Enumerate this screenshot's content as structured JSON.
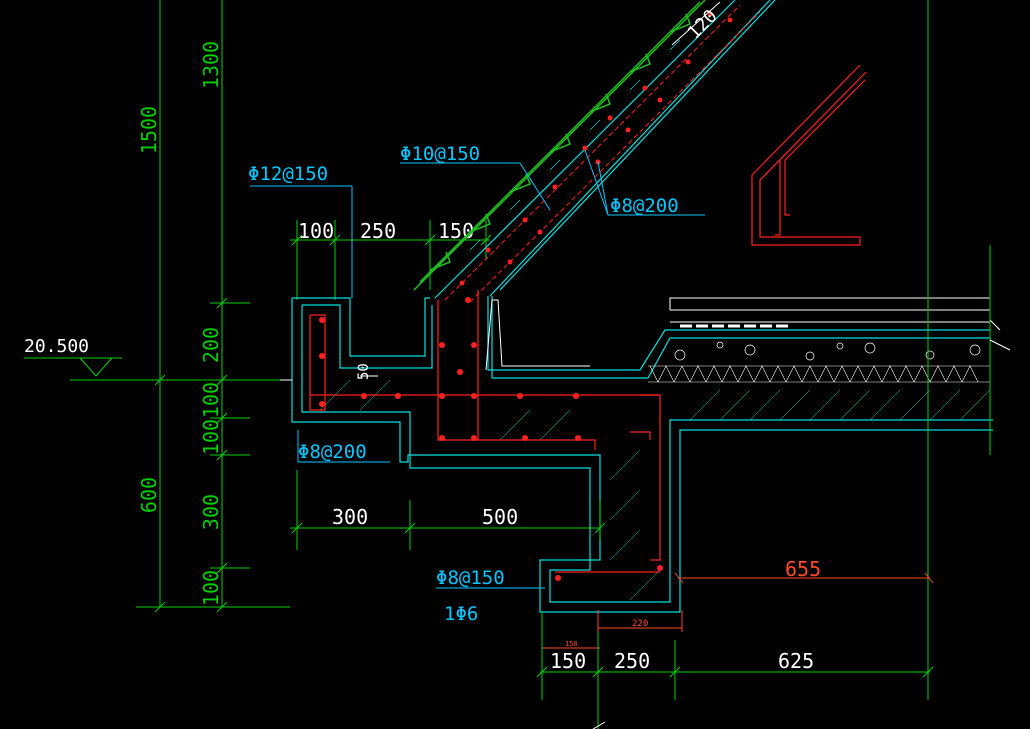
{
  "colors": {
    "background": "#000000",
    "dimension": "#00d000",
    "annotation": "#00c8ff",
    "concrete": "#00e0e0",
    "rebar": "#ff2020",
    "detail": "#ffffff",
    "roof_tile": "#20c020",
    "dim_red": "#ff4a2a"
  },
  "elevation": {
    "label": "20.500"
  },
  "vertical_dims": [
    "1500",
    "1300",
    "200",
    "100",
    "100",
    "300",
    "100",
    "600"
  ],
  "horizontal_dims": {
    "top": [
      "100",
      "250",
      "150"
    ],
    "middle": [
      "300",
      "500"
    ],
    "bottom": [
      "150",
      "250",
      "625"
    ],
    "right": "655",
    "small_220": "220",
    "small_150": "150",
    "slope_120": "120",
    "gutter_50": "50"
  },
  "rebar_labels": {
    "slab_main": "Φ10@150",
    "slab_dist": "Φ8@200",
    "gutter": "Φ12@150",
    "eave": "Φ8@200",
    "beam_stirrup": "Φ8@150",
    "beam_bar": "1Φ6"
  }
}
